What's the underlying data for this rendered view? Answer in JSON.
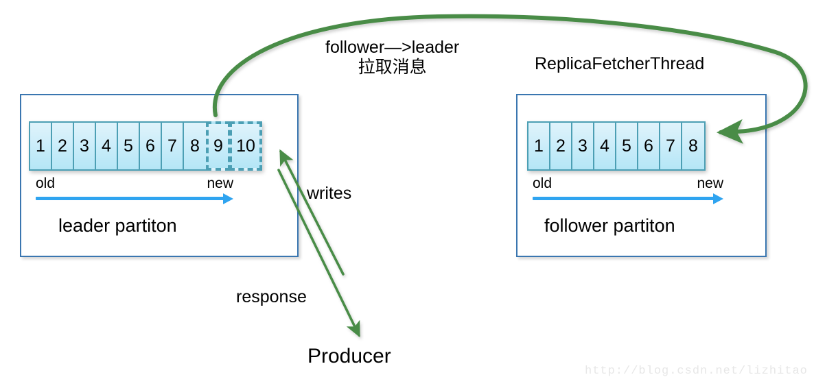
{
  "diagram": {
    "title": "Kafka leader/follower partition replication",
    "colors": {
      "box_border": "#3a76b0",
      "cell_border": "#4c9fb4",
      "cell_fill_top": "#dff3fb",
      "cell_fill_bottom": "#b4e6f6",
      "axis_arrow": "#2fa4f0",
      "flow_arrow": "#4a8c47",
      "watermark": "#e7e7e7",
      "background": "#ffffff"
    }
  },
  "leader": {
    "caption": "leader partiton",
    "cells": [
      {
        "label": "1",
        "style": "solid",
        "width": 34
      },
      {
        "label": "2",
        "style": "solid",
        "width": 34
      },
      {
        "label": "3",
        "style": "solid",
        "width": 34
      },
      {
        "label": "4",
        "style": "solid",
        "width": 34
      },
      {
        "label": "5",
        "style": "solid",
        "width": 34
      },
      {
        "label": "6",
        "style": "solid",
        "width": 34
      },
      {
        "label": "7",
        "style": "solid",
        "width": 34
      },
      {
        "label": "8",
        "style": "solid",
        "width": 36
      },
      {
        "label": "9",
        "style": "dashed",
        "width": 36
      },
      {
        "label": "10",
        "style": "dashed",
        "width": 48
      }
    ],
    "axis": {
      "old": "old",
      "new": "new"
    }
  },
  "follower": {
    "caption": "follower partiton",
    "cells": [
      {
        "label": "1",
        "style": "solid",
        "width": 34
      },
      {
        "label": "2",
        "style": "solid",
        "width": 34
      },
      {
        "label": "3",
        "style": "solid",
        "width": 34
      },
      {
        "label": "4",
        "style": "solid",
        "width": 34
      },
      {
        "label": "5",
        "style": "solid",
        "width": 34
      },
      {
        "label": "6",
        "style": "solid",
        "width": 34
      },
      {
        "label": "7",
        "style": "solid",
        "width": 34
      },
      {
        "label": "8",
        "style": "solid",
        "width": 36
      }
    ],
    "axis": {
      "old": "old",
      "new": "new"
    }
  },
  "labels": {
    "fetch_line1": "follower—>leader",
    "fetch_line2": "拉取消息",
    "replica_fetcher_thread": "ReplicaFetcherThread",
    "writes": "writes",
    "response": "response",
    "producer": "Producer"
  },
  "watermark": {
    "text": "http://blog.csdn.net/lizhitao"
  }
}
